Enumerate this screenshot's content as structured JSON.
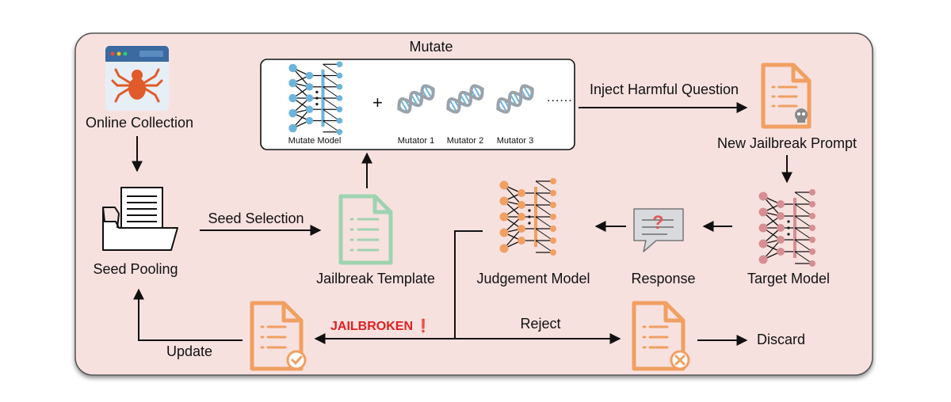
{
  "labels": {
    "mutate": "Mutate",
    "online_collection": "Online Collection",
    "seed_pooling": "Seed Pooling",
    "seed_selection": "Seed Selection",
    "jailbreak_template": "Jailbreak Template",
    "inject_harmful_question": "Inject Harmful Question",
    "new_jailbreak_prompt": "New Jailbreak Prompt",
    "target_model": "Target Model",
    "response": "Response",
    "judgement_model": "Judgement Model",
    "jailbroken": "JAILBROKEN",
    "jailbroken_mark": "❗",
    "reject": "Reject",
    "discard": "Discard",
    "update": "Update",
    "mutate_model": "Mutate Model",
    "mutator_1": "Mutator 1",
    "mutator_2": "Mutator 2",
    "mutator_3": "Mutator 3",
    "plus": "+",
    "ellipsis": "......",
    "question_mark": "?"
  },
  "colors": {
    "panel_bg": "#f7e1df",
    "orange": "#f0a062",
    "green": "#9fd3b0",
    "blue": "#6cb4dc",
    "pink": "#d58e92",
    "red": "#e02020",
    "dna": "#9aa3ab"
  },
  "icons": {
    "online_collection": "browser-spider-icon",
    "seed_pooling": "folder-documents-icon",
    "jailbreak_template": "document-icon",
    "new_jailbreak_prompt": "document-skull-icon",
    "target_model": "neural-network-icon",
    "judgement_model": "neural-network-icon",
    "response": "speech-bubble-question-icon",
    "update_doc": "document-check-icon",
    "discard_doc": "document-cross-icon",
    "mutator": "dna-icon"
  }
}
